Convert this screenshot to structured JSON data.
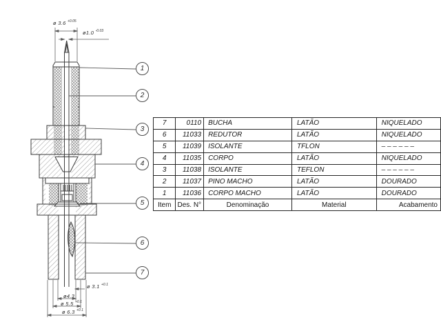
{
  "drawing": {
    "balloons": [
      {
        "n": "1"
      },
      {
        "n": "2"
      },
      {
        "n": "3"
      },
      {
        "n": "4"
      },
      {
        "n": "5"
      },
      {
        "n": "6"
      },
      {
        "n": "7"
      }
    ],
    "dims": {
      "d36": {
        "label": "ø 3.6",
        "tol": "+0.05"
      },
      "d10": {
        "label": "ø1.0",
        "tol": "-0.03"
      },
      "d31": {
        "label": "ø 3.1",
        "tol": "+0.1"
      },
      "d43": {
        "label": "ø4.3",
        "tol": ""
      },
      "d55": {
        "label": "ø 5.5",
        "tol": "+0.1"
      },
      "d63": {
        "label": "ø 6.3",
        "tol": "+0.1"
      }
    }
  },
  "table": {
    "headers": {
      "item": "Item",
      "des": "Des. N°",
      "den": "Denominação",
      "mat": "Material",
      "acab": "Acabamento"
    },
    "rows": [
      {
        "item": "7",
        "des": "0110",
        "den": "BUCHA",
        "mat": "LATÃO",
        "acab": "NIQUELADO"
      },
      {
        "item": "6",
        "des": "11033",
        "den": "REDUTOR",
        "mat": "LATÃO",
        "acab": "NIQUELADO"
      },
      {
        "item": "5",
        "des": "11039",
        "den": "ISOLANTE",
        "mat": "TFLON",
        "acab": "– – – – – –"
      },
      {
        "item": "4",
        "des": "11035",
        "den": "CORPO",
        "mat": "LATÃO",
        "acab": "NIQUELADO"
      },
      {
        "item": "3",
        "des": "11038",
        "den": "ISOLANTE",
        "mat": "TEFLON",
        "acab": "– – – – – –"
      },
      {
        "item": "2",
        "des": "11037",
        "den": "PINO MACHO",
        "mat": "LATÃO",
        "acab": "DOURADO"
      },
      {
        "item": "1",
        "des": "11036",
        "den": "CORPO MACHO",
        "mat": "LATÃO",
        "acab": "DOURADO"
      }
    ]
  },
  "colors": {
    "outline": "#3c3c3c",
    "hatch": "#787878",
    "dimline": "#5a5a5a",
    "tableborder": "#242424"
  }
}
